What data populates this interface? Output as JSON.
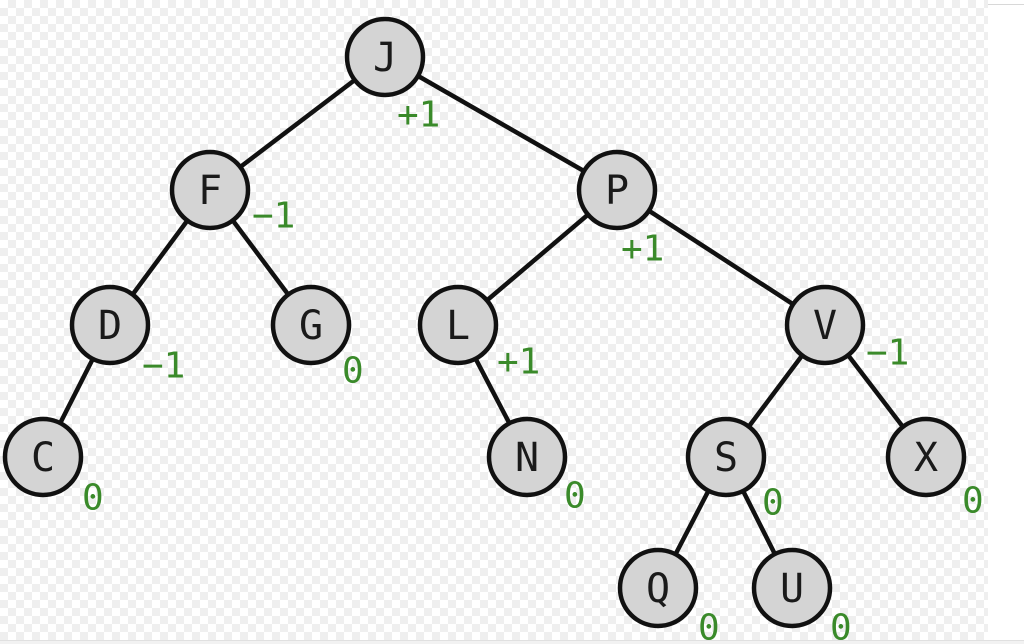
{
  "diagram": {
    "nodes": [
      {
        "id": "J",
        "label": "J",
        "balance": "+1"
      },
      {
        "id": "F",
        "label": "F",
        "balance": "−1"
      },
      {
        "id": "P",
        "label": "P",
        "balance": "+1"
      },
      {
        "id": "D",
        "label": "D",
        "balance": "−1"
      },
      {
        "id": "G",
        "label": "G",
        "balance": "0"
      },
      {
        "id": "L",
        "label": "L",
        "balance": "+1"
      },
      {
        "id": "V",
        "label": "V",
        "balance": "−1"
      },
      {
        "id": "C",
        "label": "C",
        "balance": "0"
      },
      {
        "id": "N",
        "label": "N",
        "balance": "0"
      },
      {
        "id": "S",
        "label": "S",
        "balance": "0"
      },
      {
        "id": "X",
        "label": "X",
        "balance": "0"
      },
      {
        "id": "Q",
        "label": "Q",
        "balance": "0"
      },
      {
        "id": "U",
        "label": "U",
        "balance": "0"
      }
    ],
    "edges": [
      {
        "from": "J",
        "to": "F"
      },
      {
        "from": "J",
        "to": "P"
      },
      {
        "from": "F",
        "to": "D"
      },
      {
        "from": "F",
        "to": "G"
      },
      {
        "from": "D",
        "to": "C"
      },
      {
        "from": "P",
        "to": "L"
      },
      {
        "from": "P",
        "to": "V"
      },
      {
        "from": "L",
        "to": "N"
      },
      {
        "from": "V",
        "to": "S"
      },
      {
        "from": "V",
        "to": "X"
      },
      {
        "from": "S",
        "to": "Q"
      },
      {
        "from": "S",
        "to": "U"
      }
    ],
    "colors": {
      "node_fill": "#d4d4d4",
      "node_stroke": "#111111",
      "balance_text": "#3a8a2a"
    }
  }
}
